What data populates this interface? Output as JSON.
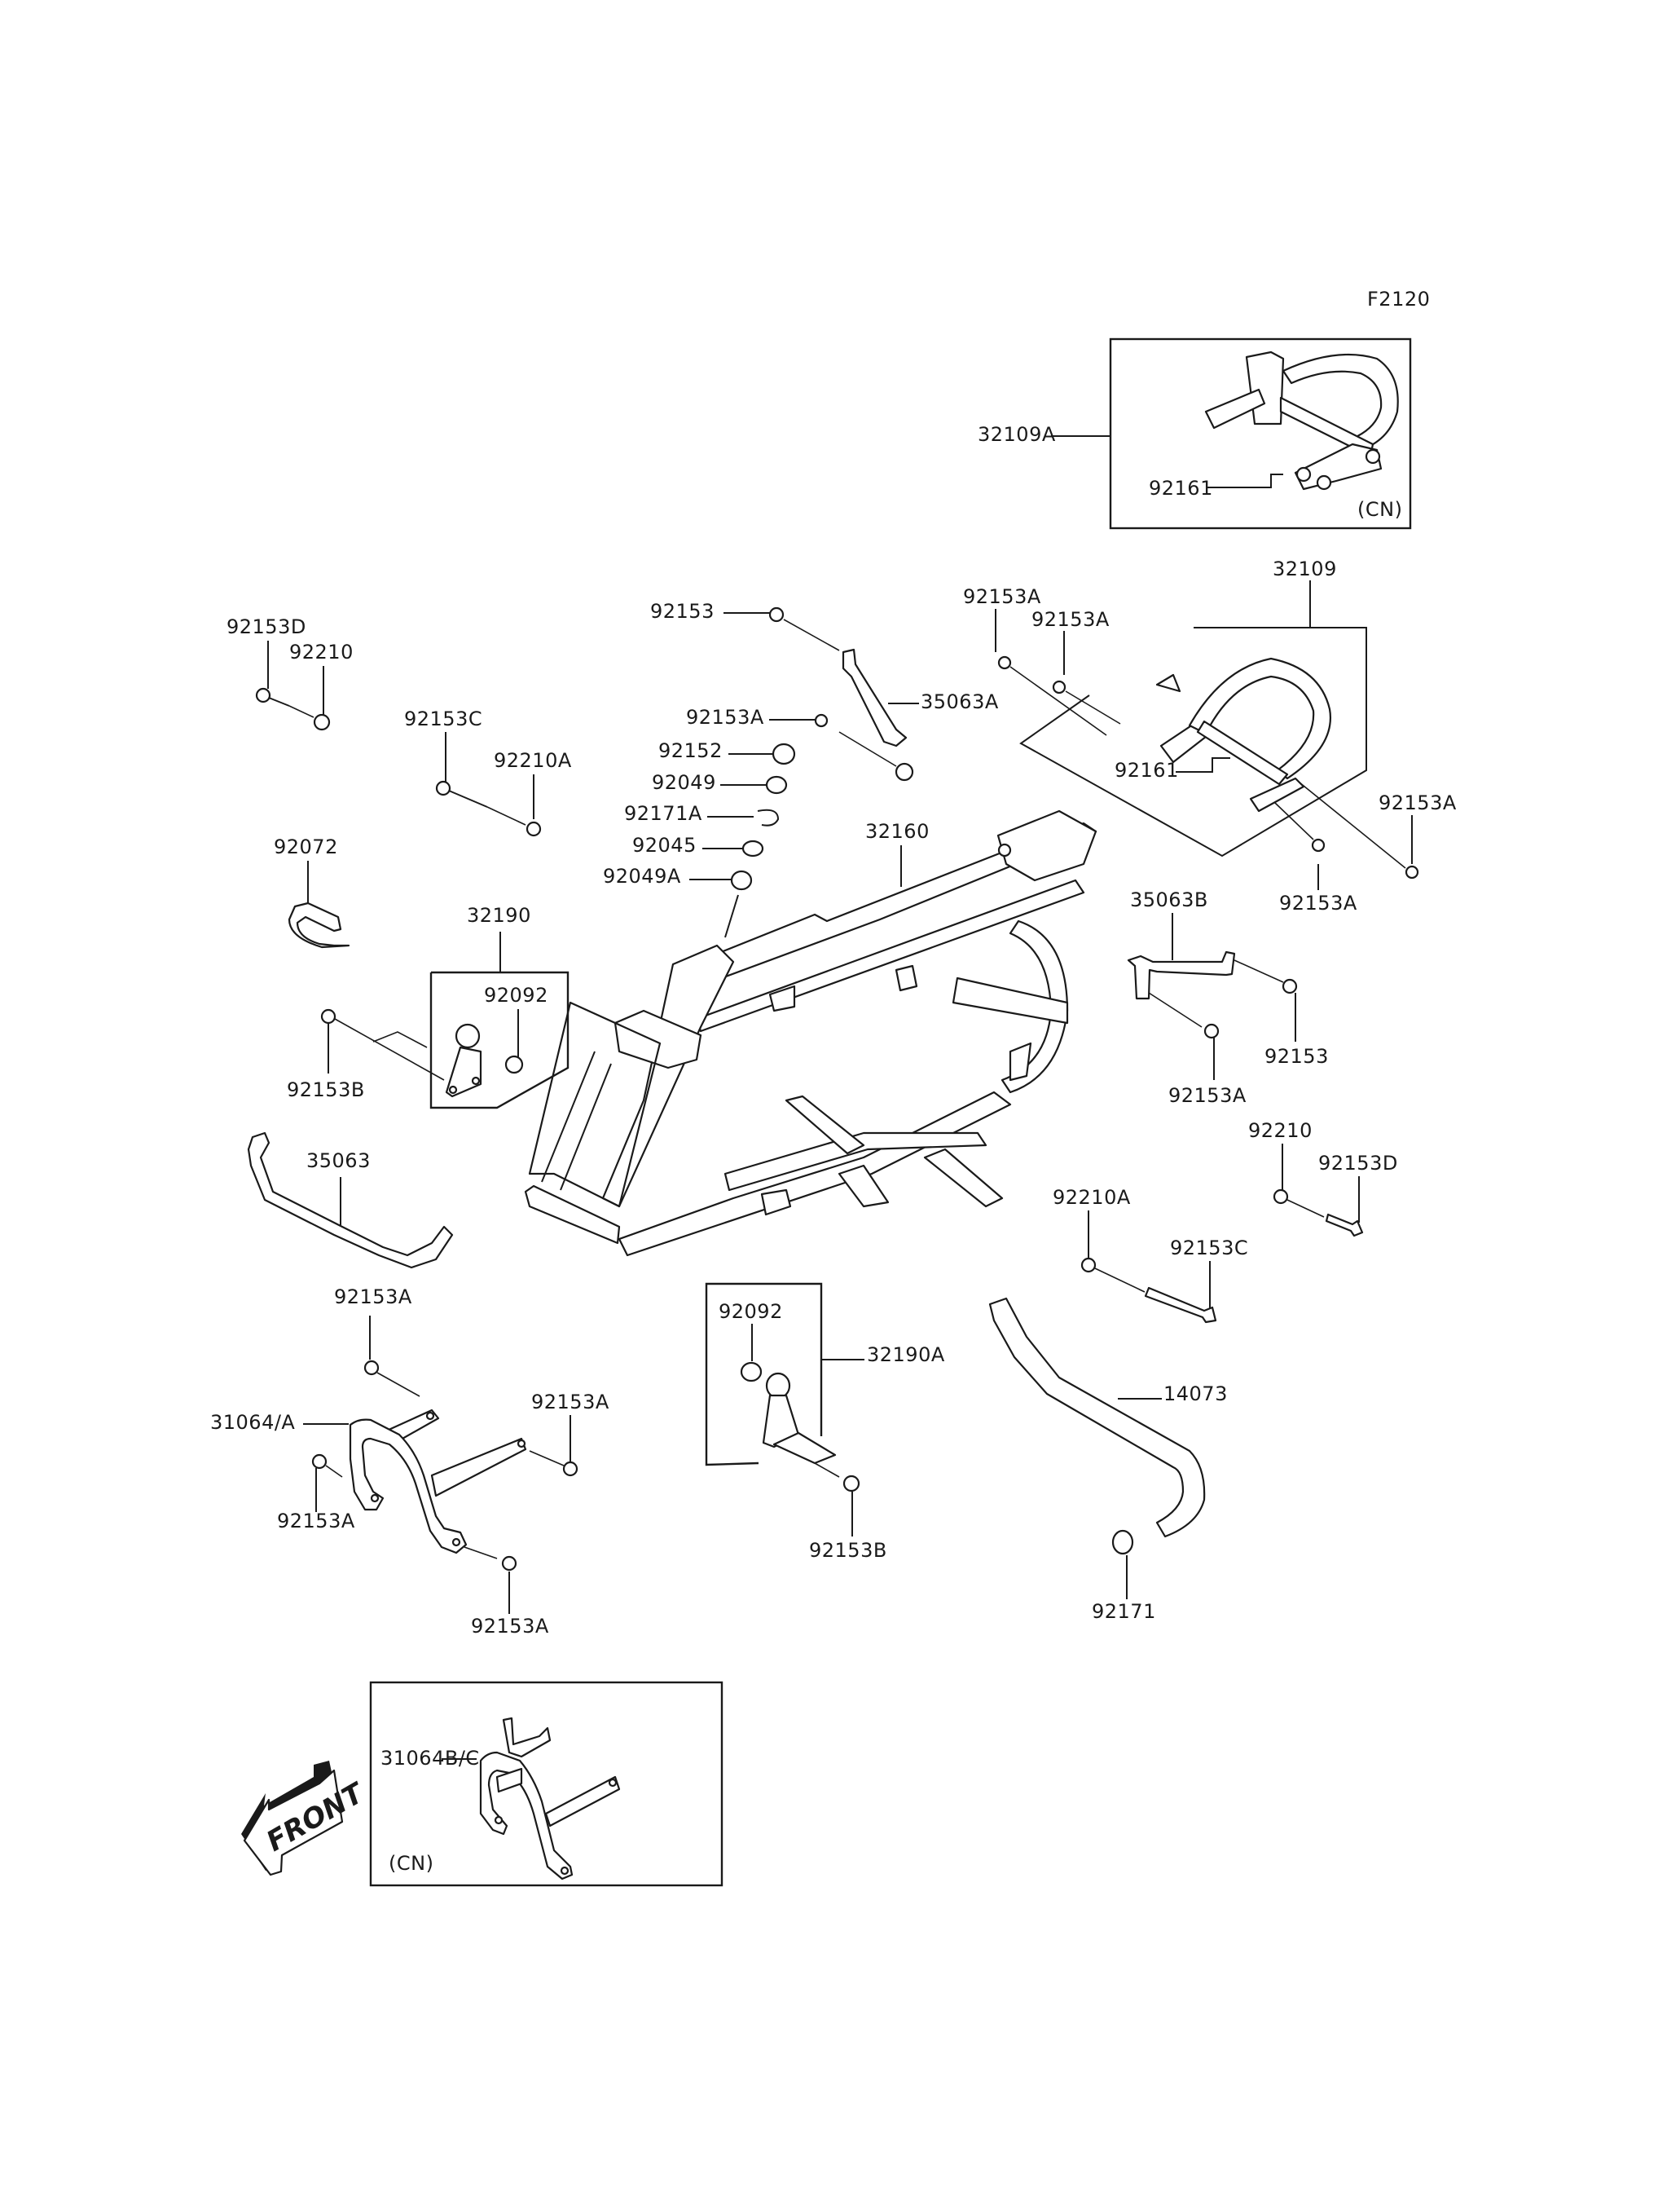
{
  "diagram": {
    "code": "F2120",
    "region_note": "(CN)",
    "front_label": "FRONT",
    "labels": {
      "l32109A": "32109A",
      "l92161_top": "92161",
      "l32109": "32109",
      "l92153D_left": "92153D",
      "l92210_left": "92210",
      "l92153C_left": "92153C",
      "l92210A_left": "92210A",
      "l92153_top": "92153",
      "l35063A": "35063A",
      "l92153A_mid": "92153A",
      "l92152": "92152",
      "l92049": "92049",
      "l92171A": "92171A",
      "l92045": "92045",
      "l92049A": "92049A",
      "l92153A_rack1": "92153A",
      "l92153A_rack2": "92153A",
      "l92161_rack": "92161",
      "l92153A_rack3": "92153A",
      "l92153A_rack4": "92153A",
      "l32160": "32160",
      "l92072": "92072",
      "l32190": "32190",
      "l92092_left": "92092",
      "l92153B_left": "92153B",
      "l35063B": "35063B",
      "l92153_right": "92153",
      "l92153A_right": "92153A",
      "l35063": "35063",
      "l92210_right": "92210",
      "l92153D_right": "92153D",
      "l92210A_right": "92210A",
      "l92153C_right": "92153C",
      "l92092_center": "92092",
      "l32190A": "32190A",
      "l14073": "14073",
      "l92153A_b1": "92153A",
      "l31064A": "31064/A",
      "l92153A_b2": "92153A",
      "l92153A_b3": "92153A",
      "l92153A_b4": "92153A",
      "l92153B_center": "92153B",
      "l92171": "92171",
      "l31064BC": "31064B/C"
    }
  }
}
